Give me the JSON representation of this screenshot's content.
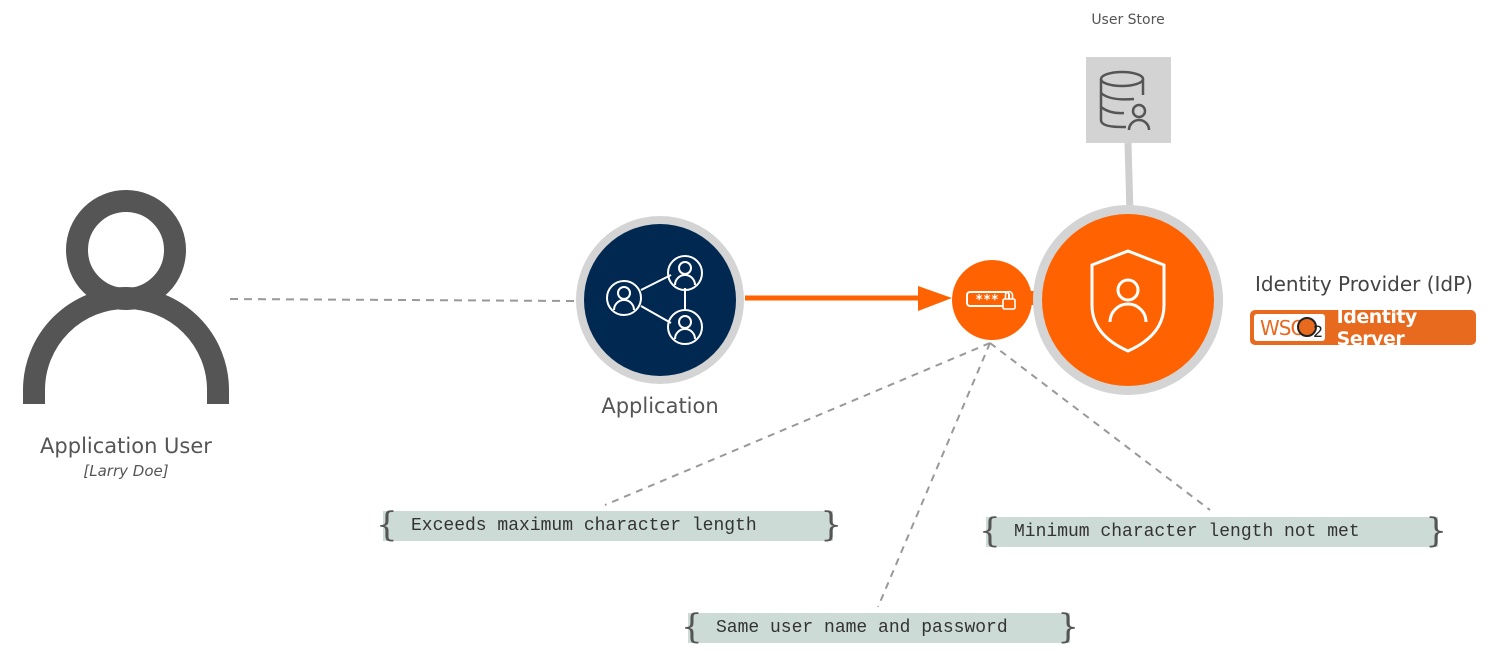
{
  "actors": {
    "user": {
      "title": "Application User",
      "subtitle": "[Larry Doe]"
    },
    "application": {
      "title": "Application"
    },
    "user_store": {
      "title": "User Store"
    },
    "idp": {
      "title": "Identity Provider (IdP)",
      "logo": {
        "brand_letters": "WSO",
        "brand_digit": "2",
        "product": "Identity Server"
      }
    }
  },
  "notes": {
    "max_length": "Exceeds maximum character length",
    "min_length": "Minimum character length not met",
    "same_user_password": "Same user name and password"
  },
  "password_icon": {
    "text": "***"
  },
  "colors": {
    "orange": "#ff6200",
    "navy": "#002850",
    "ring": "#d4d4d4",
    "user_icon": "#555555",
    "note_bg": "#ccdbd5",
    "dashed": "#999999"
  }
}
